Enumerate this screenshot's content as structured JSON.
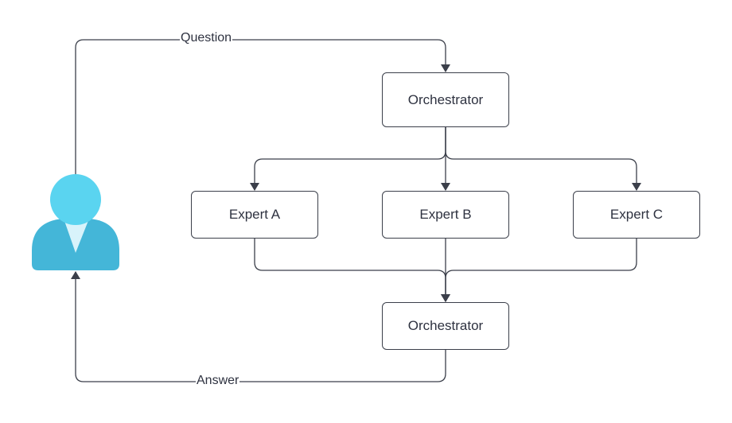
{
  "nodes": {
    "orchestrator_top": "Orchestrator",
    "expert_a": "Expert A",
    "expert_b": "Expert B",
    "expert_c": "Expert C",
    "orchestrator_bottom": "Orchestrator"
  },
  "edges": {
    "question": "Question",
    "answer": "Answer"
  },
  "colors": {
    "line": "#3b3f4a",
    "user_head": "#5ad4f0",
    "user_body": "#44b6d8",
    "user_collar": "#d8f3fb"
  },
  "icons": {
    "user": "user-icon"
  }
}
